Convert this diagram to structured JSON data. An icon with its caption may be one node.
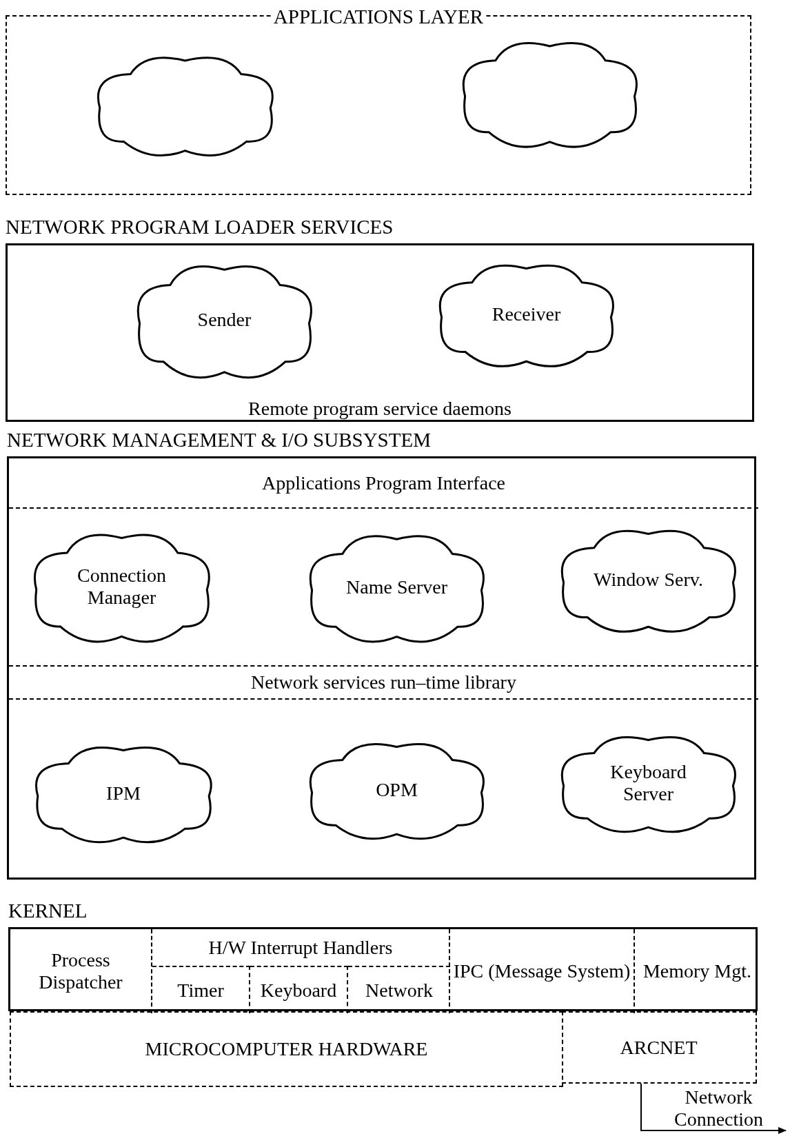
{
  "diagram": {
    "nodes": [
      {
        "text": [
          "APPLICATIONS LAYER"
        ]
      },
      {
        "text": [],
        "shape": "cloud",
        "in": 0
      },
      {
        "text": [],
        "shape": "cloud",
        "in": 0
      },
      {
        "text": [
          "NETWORK PROGRAM LOADER SERVICES",
          "Remote program service daemons"
        ]
      },
      {
        "text": [
          "Sender"
        ],
        "in": 3
      },
      {
        "text": [
          "Receiver"
        ],
        "in": 3
      },
      {
        "text": [
          "NETWORK MANAGEMENT & I/O SUBSYSTEM"
        ]
      },
      {
        "text": [
          "Applications Program Interface"
        ],
        "in": 6
      },
      {
        "text": [
          "Connection Manager"
        ],
        "in": 6
      },
      {
        "text": [
          "Name Server"
        ],
        "in": 6
      },
      {
        "text": [
          "Window Serv."
        ],
        "in": 6
      },
      {
        "text": [
          "Network services run–time library"
        ],
        "in": 6
      },
      {
        "text": [
          "IPM"
        ],
        "in": 6
      },
      {
        "text": [
          "OPM"
        ],
        "in": 6
      },
      {
        "text": [
          "Keyboard Server"
        ],
        "in": 6
      },
      {
        "text": [
          "KERNEL"
        ]
      },
      {
        "text": [
          "Process Dispatcher"
        ],
        "in": 15
      },
      {
        "text": [
          "H/W Interrupt Handlers"
        ],
        "in": 15
      },
      {
        "text": [
          "Timer"
        ],
        "in": 17
      },
      {
        "text": [
          "Keyboard"
        ],
        "in": 17
      },
      {
        "text": [
          "Network"
        ],
        "in": 17
      },
      {
        "text": [
          "IPC (Message System)"
        ],
        "in": 15
      },
      {
        "text": [
          "Memory Mgt."
        ],
        "in": 15
      },
      {
        "text": [
          "MICROCOMPUTER HARDWARE"
        ]
      },
      {
        "text": [
          "ARCNET"
        ]
      },
      {
        "text": [
          "Network Connection"
        ]
      }
    ],
    "edges": [
      {
        "from": 24,
        "to": 25,
        "arrow": "to"
      }
    ]
  }
}
